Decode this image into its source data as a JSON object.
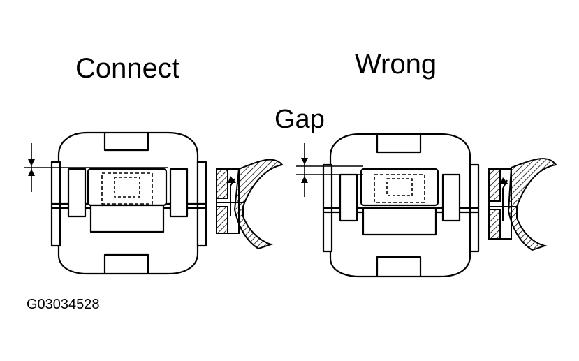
{
  "labels": {
    "connect": "Connect",
    "wrong": "Wrong",
    "gap": "Gap",
    "figure_code": "G03034528"
  },
  "colors": {
    "ink": "#000000",
    "background": "#ffffff"
  },
  "icons": {
    "arrow_down": "arrow-down-icon",
    "arrow_up": "arrow-up-icon"
  }
}
